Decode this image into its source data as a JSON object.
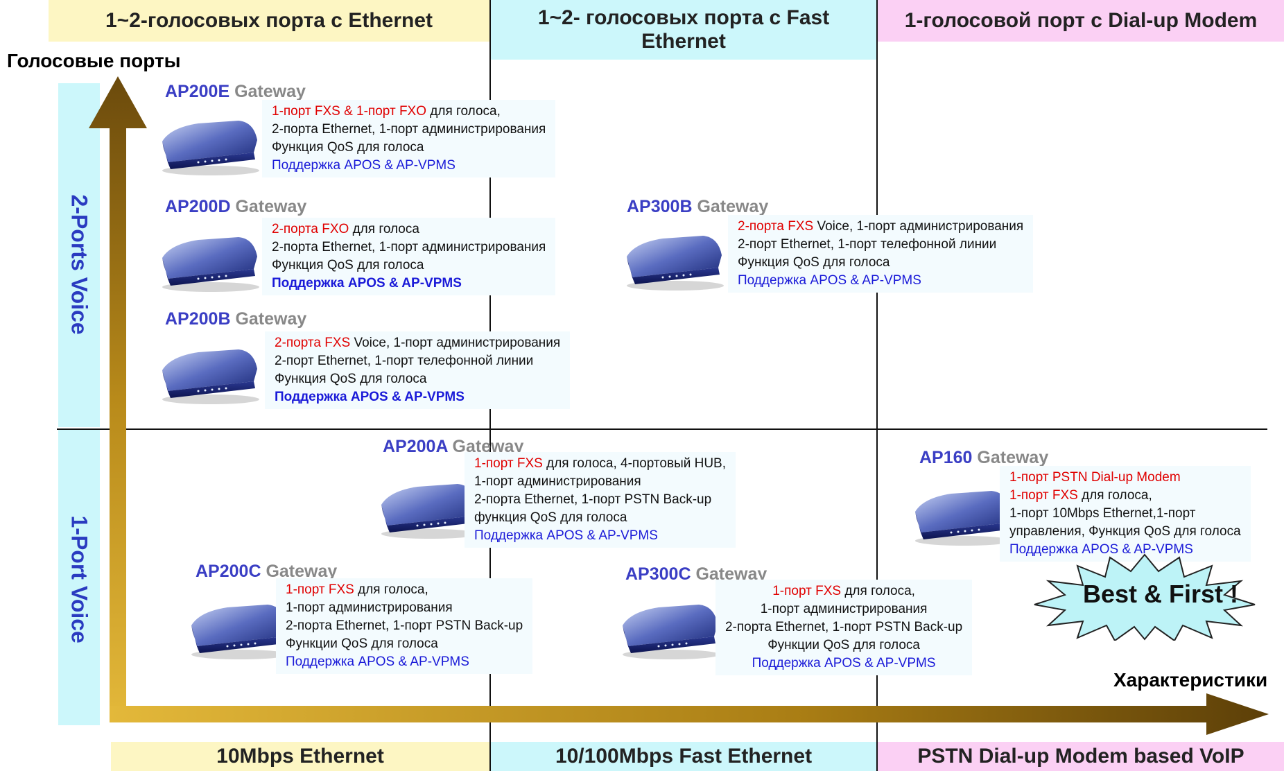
{
  "top_bands": [
    {
      "label": "1~2-голосовых порта с Ethernet"
    },
    {
      "label": "1~2- голосовых порта с Fast Ethernet"
    },
    {
      "label": "1-голосовой порт с Dial-up Modem"
    }
  ],
  "bottom_bands": [
    {
      "label": "10Mbps Ethernet"
    },
    {
      "label": "10/100Mbps Fast Ethernet"
    },
    {
      "label": "PSTN Dial-up Modem based VoIP"
    }
  ],
  "axes": {
    "y_title": "Голосовые порты",
    "x_title": "Характеристики"
  },
  "rows": [
    {
      "label": "2-Ports Voice"
    },
    {
      "label": "1-Port Voice"
    }
  ],
  "gateways": [
    {
      "model": "AP200E",
      "suffix": "Gateway",
      "lines": [
        [
          {
            "t": "1-порт FXS & 1-порт FXO",
            "c": "r"
          },
          {
            "t": " для голоса,",
            "c": ""
          }
        ],
        [
          {
            "t": "2-порта Ethernet, 1-порт администрирования",
            "c": ""
          }
        ],
        [
          {
            "t": "Функция QoS для голоса",
            "c": ""
          }
        ],
        [
          {
            "t": "Поддержка APOS & AP-VPMS",
            "c": "b"
          }
        ]
      ]
    },
    {
      "model": "AP200D",
      "suffix": "Gateway",
      "lines": [
        [
          {
            "t": "2-порта FXO",
            "c": "r"
          },
          {
            "t": " для голоса",
            "c": ""
          }
        ],
        [
          {
            "t": "2-порта Ethernet, 1-порт администрирования",
            "c": ""
          }
        ],
        [
          {
            "t": "Функция QoS для голоса",
            "c": ""
          }
        ],
        [
          {
            "t": "Поддержка APOS & AP-VPMS",
            "c": "bb"
          }
        ]
      ]
    },
    {
      "model": "AP200B",
      "suffix": "Gateway",
      "lines": [
        [
          {
            "t": "2-порта FXS",
            "c": "r"
          },
          {
            "t": " Voice, 1-порт администрирования",
            "c": ""
          }
        ],
        [
          {
            "t": "2-порт Ethernet, 1-порт телефонной линии",
            "c": ""
          }
        ],
        [
          {
            "t": "Функция QoS для голоса",
            "c": ""
          }
        ],
        [
          {
            "t": "Поддержка APOS & AP-VPMS",
            "c": "bb"
          }
        ]
      ]
    },
    {
      "model": "AP300B",
      "suffix": "Gateway",
      "lines": [
        [
          {
            "t": "2-порта FXS",
            "c": "r"
          },
          {
            "t": " Voice, 1-порт администрирования",
            "c": ""
          }
        ],
        [
          {
            "t": "2-порт Ethernet, 1-порт телефонной линии",
            "c": ""
          }
        ],
        [
          {
            "t": "Функция QoS для голоса",
            "c": ""
          }
        ],
        [
          {
            "t": "Поддержка APOS & AP-VPMS",
            "c": "b"
          }
        ]
      ]
    },
    {
      "model": "AP200A",
      "suffix": "Gateway",
      "lines": [
        [
          {
            "t": "1-порт FXS",
            "c": "r"
          },
          {
            "t": " для голоса, 4-портовый HUB,",
            "c": ""
          }
        ],
        [
          {
            "t": "1-порт администрирования",
            "c": ""
          }
        ],
        [
          {
            "t": "2-порта Ethernet, 1-порт PSTN Back-up",
            "c": ""
          }
        ],
        [
          {
            "t": "функция QoS для голоса",
            "c": ""
          }
        ],
        [
          {
            "t": "Поддержка APOS & AP-VPMS",
            "c": "b"
          }
        ]
      ]
    },
    {
      "model": "AP160",
      "suffix": "Gateway",
      "lines": [
        [
          {
            "t": "1-порт PSTN Dial-up Modem",
            "c": "r"
          }
        ],
        [
          {
            "t": "1-порт FXS",
            "c": "r"
          },
          {
            "t": " для голоса,",
            "c": ""
          }
        ],
        [
          {
            "t": "1-порт 10Mbps Ethernet,1-порт",
            "c": ""
          }
        ],
        [
          {
            "t": "управления, Функция QoS для голоса",
            "c": ""
          }
        ],
        [
          {
            "t": "Поддержка APOS & AP-VPMS",
            "c": "b"
          }
        ]
      ]
    },
    {
      "model": "AP200C",
      "suffix": "Gateway",
      "lines": [
        [
          {
            "t": "1-порт FXS",
            "c": "r"
          },
          {
            "t": " для голоса,",
            "c": ""
          }
        ],
        [
          {
            "t": "1-порт администрирования",
            "c": ""
          }
        ],
        [
          {
            "t": "2-порта Ethernet, 1-порт PSTN Back-up",
            "c": ""
          }
        ],
        [
          {
            "t": "Функции QoS для голоса",
            "c": ""
          }
        ],
        [
          {
            "t": "Поддержка APOS & AP-VPMS",
            "c": "b"
          }
        ]
      ]
    },
    {
      "model": "AP300C",
      "suffix": "Gateway",
      "lines": [
        [
          {
            "t": "1-порт FXS",
            "c": "r"
          },
          {
            "t": " для голоса,",
            "c": ""
          }
        ],
        [
          {
            "t": "1-порт администрирования",
            "c": ""
          }
        ],
        [
          {
            "t": "2-порта Ethernet, 1-порт PSTN Back-up",
            "c": ""
          }
        ],
        [
          {
            "t": "Функции QoS для голоса",
            "c": ""
          }
        ],
        [
          {
            "t": "Поддержка APOS & AP-VPMS",
            "c": "b"
          }
        ]
      ]
    }
  ],
  "badge": {
    "label": "Best & First !"
  },
  "colors": {
    "axis_arrow": "#c9a21a",
    "model_name": "#3a3ec4",
    "highlight_red": "#e00000",
    "support_blue": "#1a1ad8"
  }
}
